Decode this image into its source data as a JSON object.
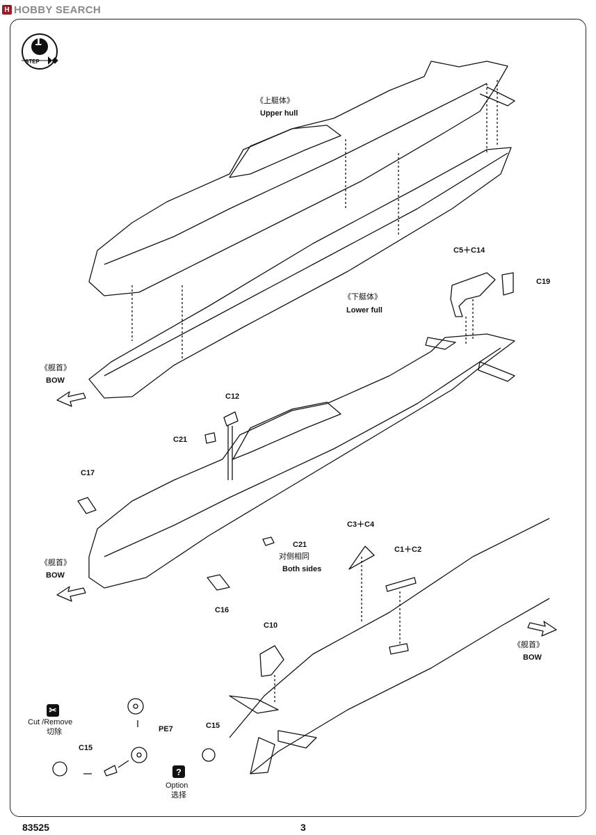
{
  "watermark": {
    "brand": "HOBBY SEARCH",
    "logo": "H"
  },
  "step": {
    "number": "1",
    "word": "STEP"
  },
  "labels": {
    "upper_hull_cn": "《上艇体》",
    "upper_hull_en": "Upper hull",
    "lower_hull_cn": "《下艇体》",
    "lower_hull_en": "Lower full",
    "bow_cn": "《舰首》",
    "bow_en": "BOW",
    "c5_c14": "C5＋C14",
    "c19": "C19",
    "c12": "C12",
    "c21": "C21",
    "c17": "C17",
    "c21_b": "C21",
    "both_sides_cn": "对侧相同",
    "both_sides_en": "Both sides",
    "c16": "C16",
    "c3_c4": "C3＋C4",
    "c1_c2": "C1＋C2",
    "c10": "C10",
    "c15": "C15",
    "pe7": "PE7",
    "cut_remove_en": "Cut /Remove",
    "cut_remove_cn": "切除",
    "option_en": "Option",
    "option_cn": "选择",
    "option_icon": "?"
  },
  "footer": {
    "product_code": "83525",
    "page_number": "3"
  },
  "icons": [
    "step-arrow-icon",
    "cut-remove-icon",
    "option-icon",
    "bow-arrow-icon",
    "propeller-icon"
  ]
}
